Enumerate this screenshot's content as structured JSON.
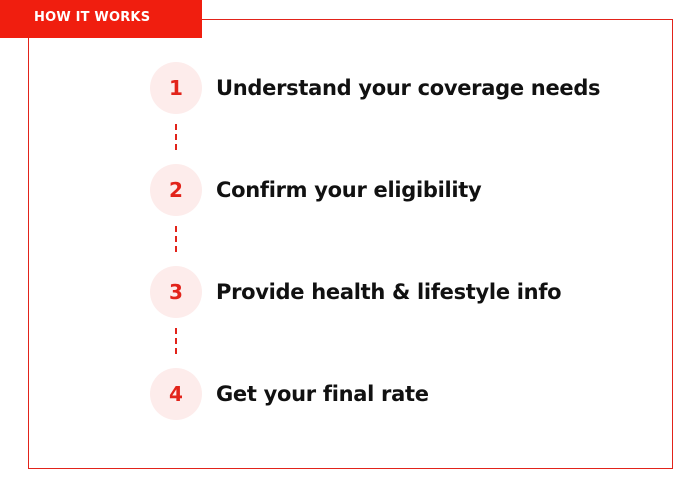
{
  "header": {
    "title": "HOW IT WORKS"
  },
  "steps": [
    {
      "number": "1",
      "text": "Understand your coverage needs"
    },
    {
      "number": "2",
      "text": "Confirm your eligibility"
    },
    {
      "number": "3",
      "text": "Provide health & lifestyle info"
    },
    {
      "number": "4",
      "text": "Get your final rate"
    }
  ],
  "colors": {
    "accent": "#e2231a",
    "banner": "#f01e0f",
    "circle_bg": "#fdeceb",
    "text": "#111111"
  }
}
